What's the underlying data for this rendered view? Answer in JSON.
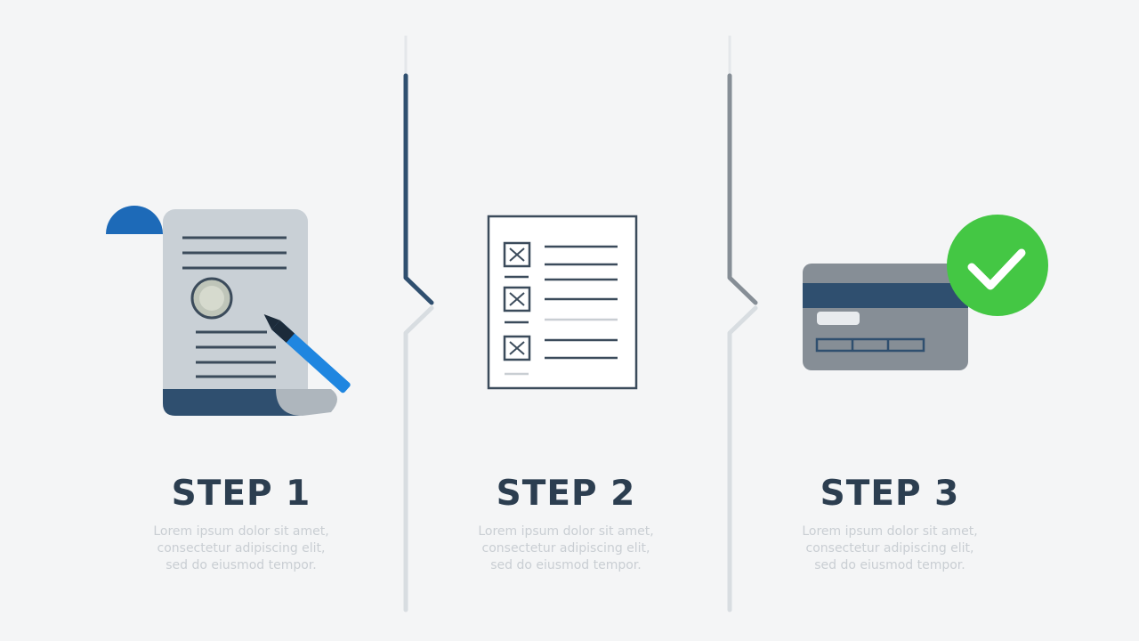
{
  "colors": {
    "background": "#f4f5f6",
    "navy": "#2f4f6f",
    "title": "#2c3e50",
    "blue_accent": "#1d6ab8",
    "pen_blue": "#1f86e0",
    "check_green": "#44c744",
    "card_gray": "#868e96",
    "paper_gray": "#c9d0d6",
    "faded_text": "#c9ced3"
  },
  "icons": [
    "document-signing-icon",
    "checklist-icon",
    "credit-card-icon",
    "checkmark-badge-icon"
  ],
  "steps": [
    {
      "title": "STEP 1",
      "desc": [
        "Lorem ipsum dolor sit amet,",
        "consectetur adipiscing elit,",
        "sed do eiusmod tempor."
      ],
      "icon": "document-signing-icon"
    },
    {
      "title": "STEP 2",
      "desc": [
        "Lorem ipsum dolor sit amet,",
        "consectetur adipiscing elit,",
        "sed do eiusmod tempor."
      ],
      "icon": "checklist-icon"
    },
    {
      "title": "STEP 3",
      "desc": [
        "Lorem ipsum dolor sit amet,",
        "consectetur adipiscing elit,",
        "sed do eiusmod tempor."
      ],
      "icon": "credit-card-icon"
    }
  ]
}
